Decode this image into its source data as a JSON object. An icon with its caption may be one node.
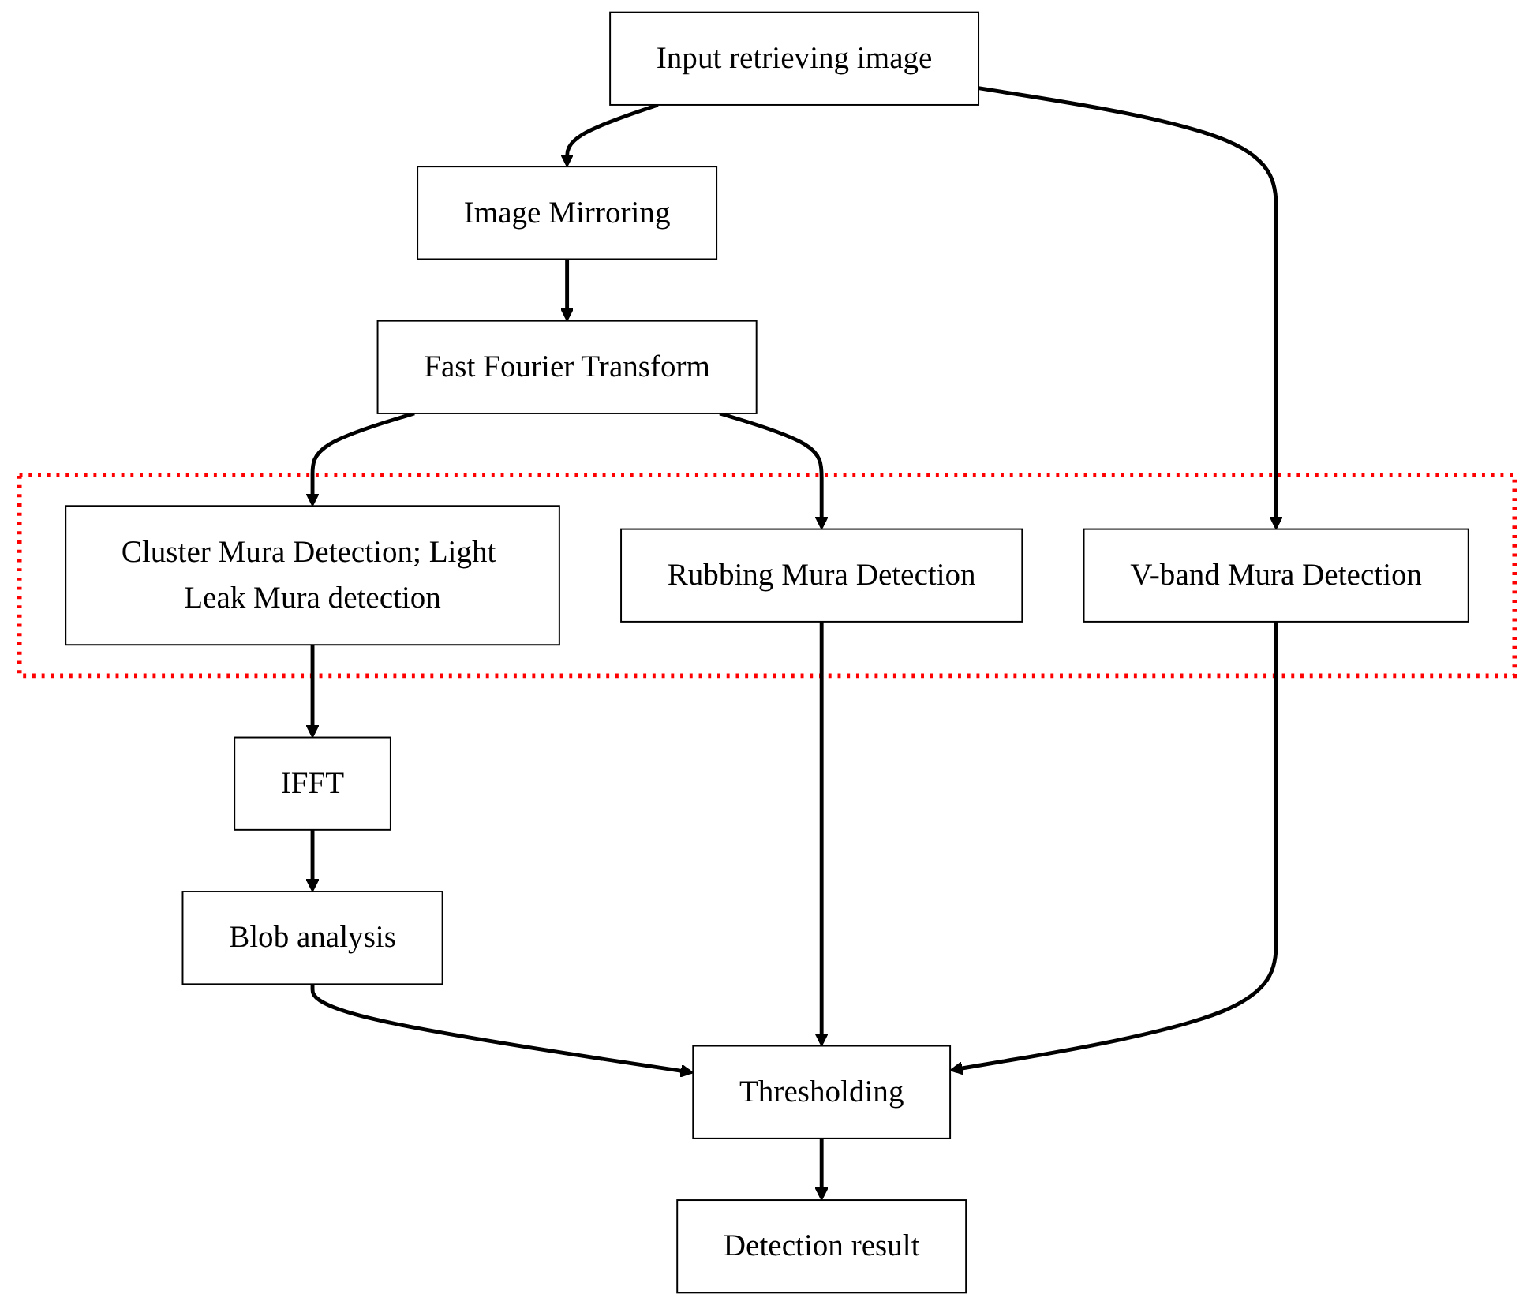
{
  "diagram": {
    "nodes": [
      {
        "text": [
          "Input retrieving image"
        ]
      },
      {
        "text": [
          "Image Mirroring"
        ]
      },
      {
        "text": [
          "Fast Fourier Transform"
        ]
      },
      {
        "text": [],
        "shape": "box"
      },
      {
        "text": [
          "Cluster Mura Detection; Light Leak Mura detection"
        ],
        "in": 3
      },
      {
        "text": [
          "Rubbing Mura Detection"
        ],
        "in": 3
      },
      {
        "text": [
          "V-band Mura Detection"
        ],
        "in": 3
      },
      {
        "text": [
          "IFFT"
        ]
      },
      {
        "text": [
          "Blob analysis"
        ]
      },
      {
        "text": [
          "Thresholding"
        ]
      },
      {
        "text": [
          "Detection result"
        ]
      }
    ],
    "edges": [
      {
        "from": 0,
        "to": 1,
        "arrow": "to"
      },
      {
        "from": 1,
        "to": 2,
        "arrow": "to"
      },
      {
        "from": 2,
        "to": 4,
        "arrow": "to"
      },
      {
        "from": 2,
        "to": 5,
        "arrow": "to"
      },
      {
        "from": 0,
        "to": 6,
        "arrow": "to"
      },
      {
        "from": 4,
        "to": 7,
        "arrow": "to"
      },
      {
        "from": 7,
        "to": 8,
        "arrow": "to"
      },
      {
        "from": 8,
        "to": 9,
        "arrow": "to"
      },
      {
        "from": 5,
        "to": 9,
        "arrow": "to"
      },
      {
        "from": 6,
        "to": 9,
        "arrow": "to"
      },
      {
        "from": 9,
        "to": 10,
        "arrow": "to"
      }
    ]
  }
}
